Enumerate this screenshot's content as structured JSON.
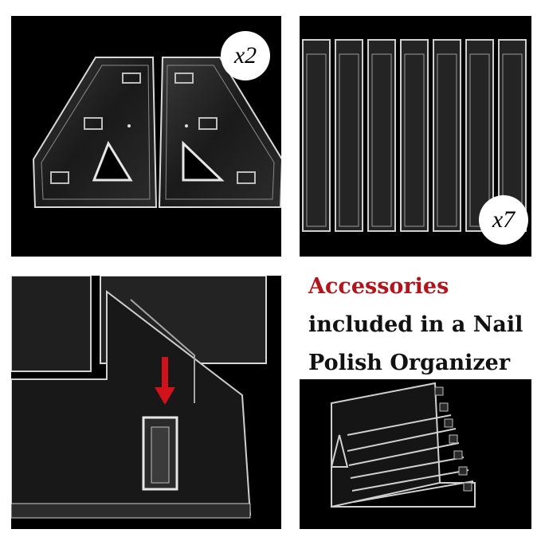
{
  "quantity_badges": {
    "side_panels": "x2",
    "shelves": "x7"
  },
  "headline": {
    "line1": "Accessories",
    "line2": "included in a Nail",
    "line3": "Polish Organizer"
  },
  "colors": {
    "accent_red": "#b0161c",
    "panel_background": "#000000",
    "arrow_red": "#d0121b"
  }
}
